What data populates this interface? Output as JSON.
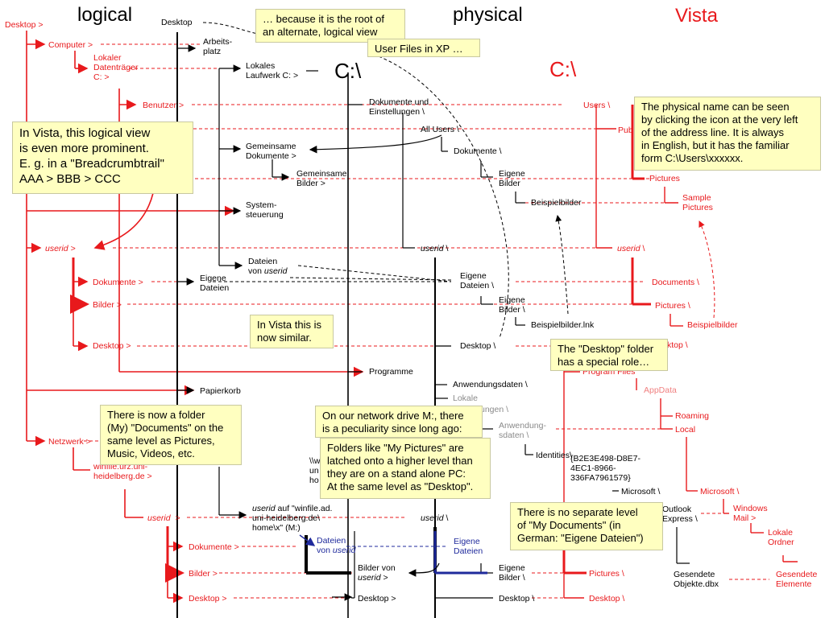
{
  "headers": {
    "logical": "logical",
    "physical": "physical",
    "vista": "Vista"
  },
  "drives": {
    "c_xp": "C:\\",
    "c_vista": "C:\\"
  },
  "logical": {
    "desktop_root": "Desktop >",
    "computer": "Computer >",
    "lokaler": "Lokaler\nDatenträger\nC: >",
    "benutzer": "Benutzer >",
    "userid": "userid >",
    "dokumente": "Dokumente >",
    "bilder": "Bilder >",
    "desktop": "Desktop >",
    "netzwerk": "Netzwerk >",
    "winfile": "winfile.urz.uni-\nheidelberg.de >",
    "userid2": "userid  >",
    "dokumente2": "Dokumente >",
    "bilder2": "Bilder >",
    "desktop2": "Desktop >"
  },
  "xp_logical": {
    "desktop": "Desktop",
    "arbeitsplatz": "Arbeits-\nplatz",
    "lokales": "Lokales\nLaufwerk C: >",
    "gemeinsame_dok": "Gemeinsame\nDokumente >",
    "gemeinsame_bilder": "Gemeinsame\nBilder >",
    "systemsteuerung": "System-\nsteuerung",
    "dateien": "Dateien",
    "von": "von ",
    "userid": "userid",
    "eigene_dateien": "Eigene\nDateien",
    "papierkorb": "Papierkorb",
    "unc": "\\\\w\nun\nho",
    "userid_auf_a": "userid",
    "userid_auf_b": " auf \"winfile.ad.\nuni-heidelberg.de\\\nhome\\x\" (M:)",
    "dateien_m": "Dateien",
    "von_m": "von ",
    "userid_m": "userid",
    "bilder_von": "Bilder von",
    "userid_bv": "userid",
    "bv_suffix": " >",
    "desktop_m": "Desktop >"
  },
  "physical": {
    "dokumente_einst": "Dokumente und\nEinstellungen \\",
    "all_users": "All Users \\",
    "dokumente": "Dokumente \\",
    "eigene_bilder": "Eigene\nBilder",
    "beispielbilder": "Beispielbilder",
    "userid": "userid",
    "userid_suffix": " \\",
    "eigene_dateien": "Eigene\nDateien \\",
    "eigene_bilder2": "Eigene\nBilder \\",
    "beispiel_lnk": "Beispielbilder.lnk",
    "desktop": "Desktop \\",
    "programme": "Programme",
    "anwendungsdaten": "Anwendungsdaten \\",
    "lokale": "Lokale",
    "lokale_rest": "ungen \\",
    "anwendungsdaten2": "Anwendung-\nsdaten \\",
    "identities": "Identities\\",
    "guid": "{B2E3E498-D8E7-\n4EC1-8966-\n336FA7961579}",
    "microsoft": "Microsoft \\",
    "outlook": "Outlook\nExpress \\",
    "userid_m": "userid",
    "userid_m_suffix": " \\",
    "eigene_dateien_m": "Eigene\nDateien",
    "eigene_bilder_m": "Eigene\nBilder \\",
    "desktop_m": "Desktop \\",
    "gesendete": "Gesendete\nObjekte.dbx"
  },
  "vista": {
    "users": "Users \\",
    "public": "Pub",
    "pictures": "Pictures",
    "sample_pictures": "Sample\nPictures",
    "userid": "userid",
    "userid_suffix": " \\",
    "documents": "Documents \\",
    "pictures2": "Pictures \\",
    "beispielbilder": "Beispielbilder",
    "desktop_frag": "ktop \\",
    "program_files": "Program Files",
    "appdata": "AppData",
    "roaming": "Roaming",
    "local": "Local",
    "microsoft": "Microsoft \\",
    "windows_mail": "Windows\nMail >",
    "lokale_ordner": "Lokale\nOrdner",
    "gesendete": "Gesendete\nElemente",
    "pictures3": "Pictures \\",
    "desktop3": "Desktop \\"
  },
  "notes": {
    "root": "… because it is the root of\nan alternate, logical view",
    "user_files": "User Files in XP …",
    "physical_name": "The physical name can be seen\nby clicking the icon at the very left\nof the address line. It is always\nin English, but it has the familiar\nform C:\\Users\\xxxxxx.",
    "vista_logical": "In Vista, this logical view\nis even more prominent.\nE. g. in a \"Breadcrumbtrail\"\nAAA > BBB > CCC",
    "vista_similar": "In Vista this is\nnow similar.",
    "desktop_special": "The \"Desktop\" folder\nhas a special role…",
    "folder_my_docs": "There is now a folder\n(My) \"Documents\" on the\nsame level as Pictures,\nMusic, Videos, etc.",
    "network_drive": "On our network drive M:, there\nis a peculiarity since long ago:",
    "folders_latched": "Folders like \"My Pictures\" are\nlatched onto a higher level than\nthey are on a stand alone PC:\nAt the same level as \"Desktop\".",
    "no_separate": "There is no separate level\nof \"My Documents\" (in\nGerman: \"Eigene Dateien\")"
  }
}
